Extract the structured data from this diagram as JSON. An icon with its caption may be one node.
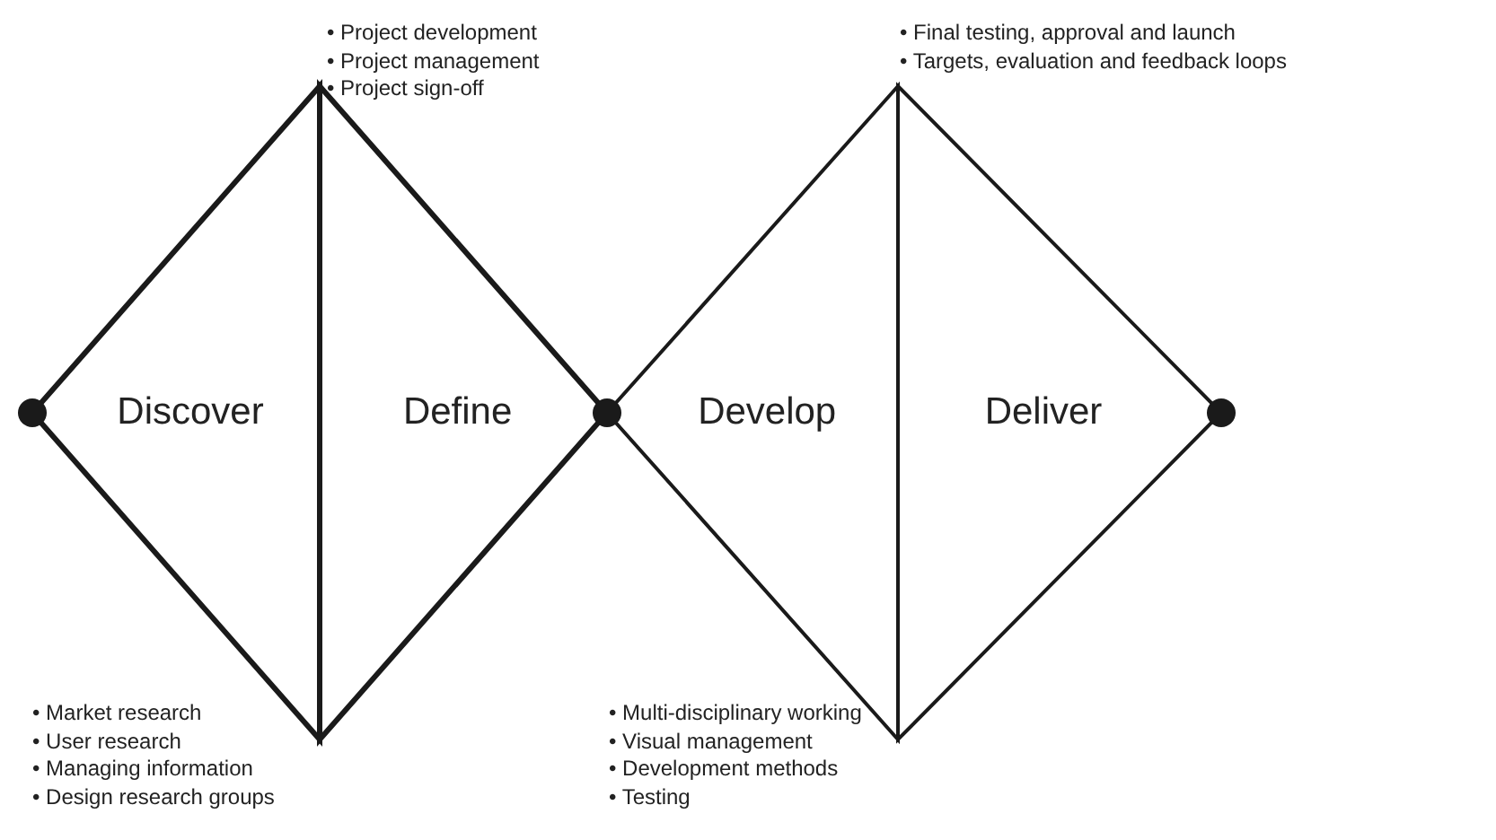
{
  "diagram": {
    "nodes": [
      {
        "text": [],
        "shape": "circle"
      },
      {
        "text": [
          "Discover"
        ]
      },
      {
        "text": [
          "Define"
        ]
      },
      {
        "text": [],
        "shape": "circle"
      },
      {
        "text": [
          "Develop"
        ]
      },
      {
        "text": [
          "Deliver"
        ]
      },
      {
        "text": [],
        "shape": "circle"
      }
    ],
    "edges": [],
    "labels": [
      "• Project development",
      "• Project management",
      "• Project sign-off",
      "• Final testing, approval and launch",
      "• Targets, evaluation and feedback loops",
      "• Market research",
      "• User research",
      "• Managing information",
      "• Design research groups",
      "• Multi-disciplinary working",
      "• Visual management",
      "• Development methods",
      "• Testing"
    ]
  }
}
